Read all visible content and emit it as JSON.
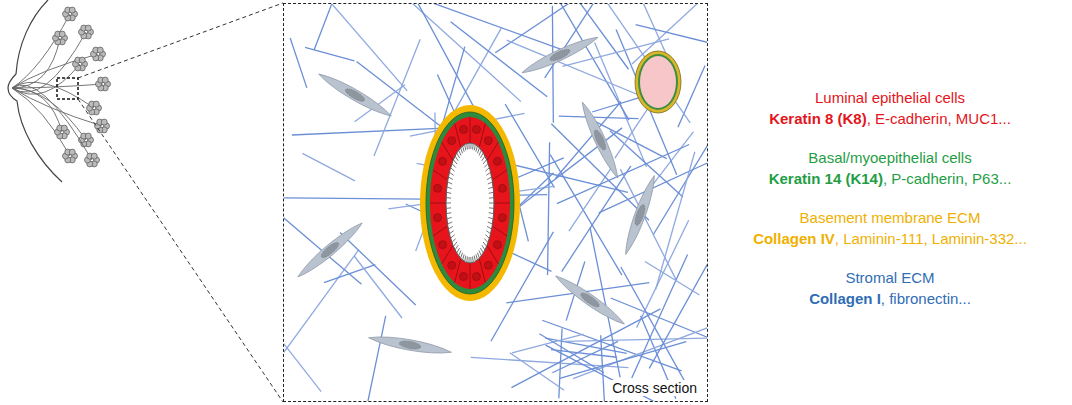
{
  "diagram": {
    "nodes": [
      {
        "text": [
          "Cross section"
        ]
      }
    ],
    "labels": [
      "Luminal epithelial cells",
      "Keratin 8 (K8)",
      ", E-cadherin, MUC1...",
      "Basal/myoepithelial cells",
      "Keratin 14 (K14)",
      ", P-cadherin, P63...",
      "Basement membrane ECM",
      "Collagen IV",
      ", Laminin-111, Laminin-332...",
      "Stromal ECM",
      "Collagen I",
      ", fibronectin..."
    ]
  }
}
